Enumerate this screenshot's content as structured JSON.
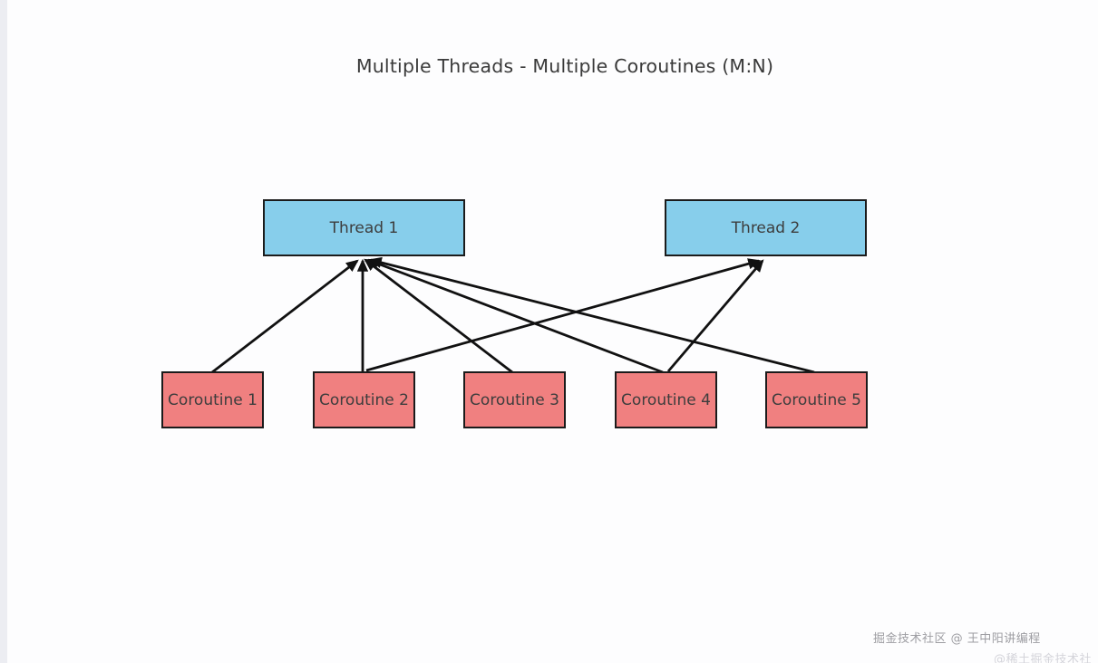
{
  "title": "Multiple Threads - Multiple Coroutines (M:N)",
  "threads": [
    {
      "id": "thread-1",
      "label": "Thread 1"
    },
    {
      "id": "thread-2",
      "label": "Thread 2"
    }
  ],
  "coroutines": [
    {
      "id": "coroutine-1",
      "label": "Coroutine 1"
    },
    {
      "id": "coroutine-2",
      "label": "Coroutine 2"
    },
    {
      "id": "coroutine-3",
      "label": "Coroutine 3"
    },
    {
      "id": "coroutine-4",
      "label": "Coroutine 4"
    },
    {
      "id": "coroutine-5",
      "label": "Coroutine 5"
    }
  ],
  "edges": [
    {
      "from": "coroutine-1",
      "to": "thread-1"
    },
    {
      "from": "coroutine-2",
      "to": "thread-1"
    },
    {
      "from": "coroutine-2",
      "to": "thread-2"
    },
    {
      "from": "coroutine-3",
      "to": "thread-1"
    },
    {
      "from": "coroutine-4",
      "to": "thread-1"
    },
    {
      "from": "coroutine-4",
      "to": "thread-2"
    },
    {
      "from": "coroutine-5",
      "to": "thread-1"
    }
  ],
  "colors": {
    "thread_fill": "#87CEEB",
    "coroutine_fill": "#F08080",
    "box_border": "#1b1b1b",
    "arrow": "#111111",
    "title_text": "#3a3a3a"
  },
  "watermark": {
    "line1": "掘金技术社区 @ 王中阳讲编程",
    "line2": "@稀土掘金技术社区"
  }
}
